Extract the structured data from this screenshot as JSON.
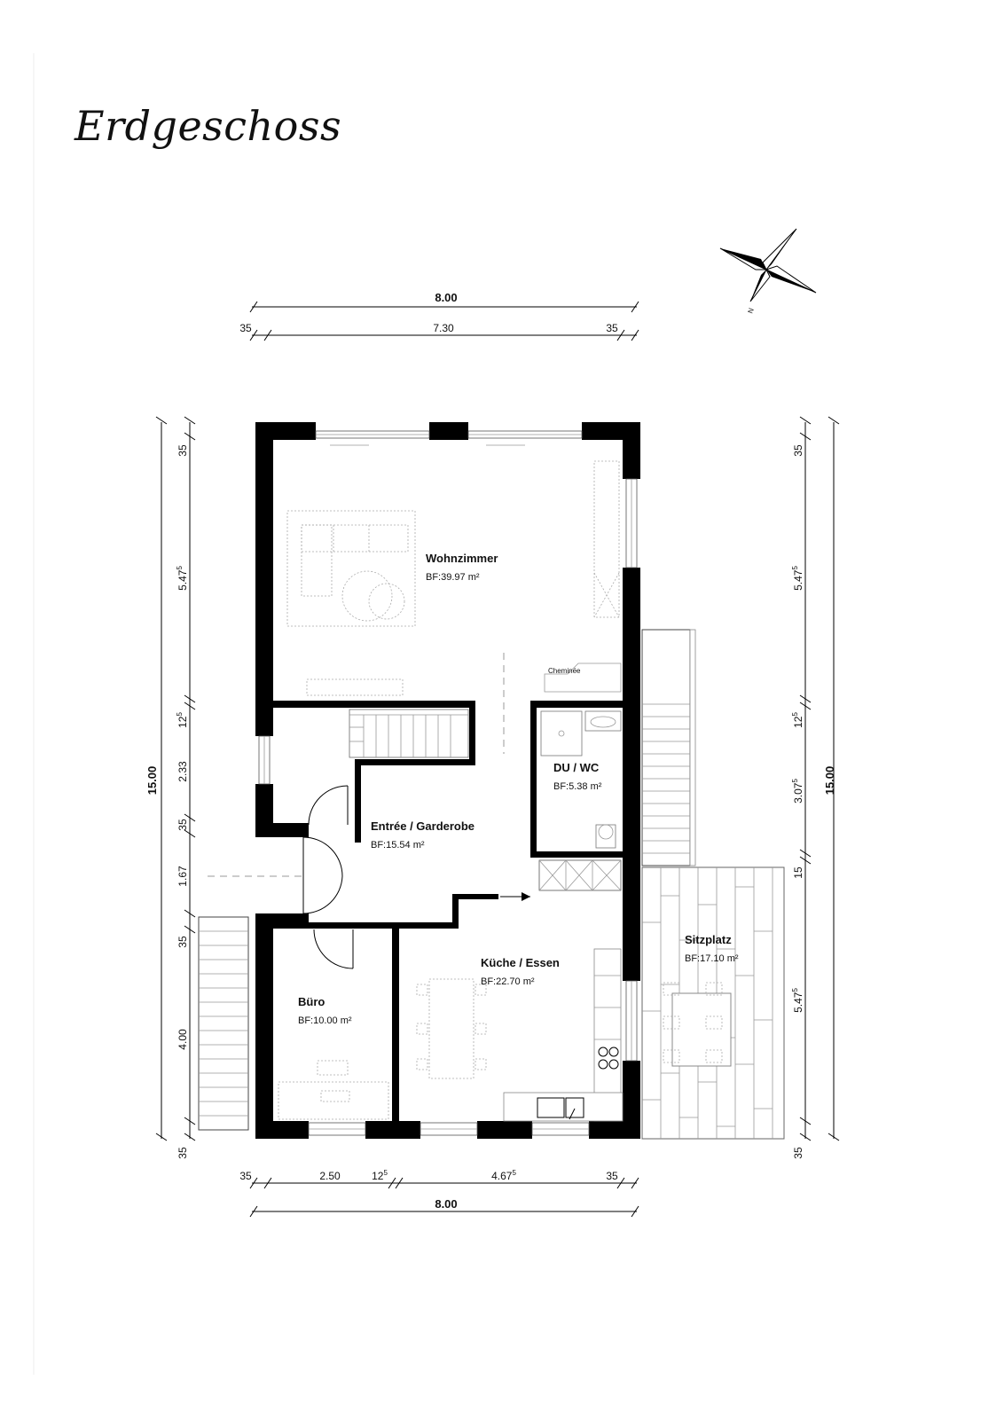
{
  "title": "Erdgeschoss",
  "rooms": {
    "wohnzimmer": {
      "name": "Wohnzimmer",
      "area": "BF:39.97 m²"
    },
    "cheminee": {
      "name": "Cheminée"
    },
    "du_wc": {
      "name": "DU / WC",
      "area": "BF:5.38 m²"
    },
    "entree": {
      "name": "Entrée / Garderobe",
      "area": "BF:15.54 m²"
    },
    "kueche": {
      "name": "Küche / Essen",
      "area": "BF:22.70 m²"
    },
    "buero": {
      "name": "Büro",
      "area": "BF:10.00 m²"
    },
    "sitzplatz": {
      "name": "Sitzplatz",
      "area": "BF:17.10 m²"
    }
  },
  "dimensions": {
    "top_total": "8.00",
    "top_segments": [
      "35",
      "7.30",
      "35"
    ],
    "bottom_total": "8.00",
    "bottom_segments": [
      {
        "base": "35",
        "sup": ""
      },
      {
        "base": "2.50",
        "sup": ""
      },
      {
        "base": "12",
        "sup": "5"
      },
      {
        "base": "4.67",
        "sup": "5"
      },
      {
        "base": "35",
        "sup": ""
      }
    ],
    "left_total": "15.00",
    "left_segments": [
      {
        "base": "35",
        "sup": ""
      },
      {
        "base": "5.47",
        "sup": "5"
      },
      {
        "base": "12",
        "sup": "5"
      },
      {
        "base": "2.33",
        "sup": ""
      },
      {
        "base": "35",
        "sup": ""
      },
      {
        "base": "1.67",
        "sup": ""
      },
      {
        "base": "35",
        "sup": ""
      },
      {
        "base": "4.00",
        "sup": ""
      },
      {
        "base": "35",
        "sup": ""
      }
    ],
    "right_total": "15.00",
    "right_segments": [
      {
        "base": "35",
        "sup": ""
      },
      {
        "base": "5.47",
        "sup": "5"
      },
      {
        "base": "12",
        "sup": "5"
      },
      {
        "base": "3.07",
        "sup": "5"
      },
      {
        "base": "15",
        "sup": ""
      },
      {
        "base": "5.47",
        "sup": "5"
      },
      {
        "base": "35",
        "sup": ""
      }
    ]
  },
  "compass": {
    "label": "N"
  }
}
